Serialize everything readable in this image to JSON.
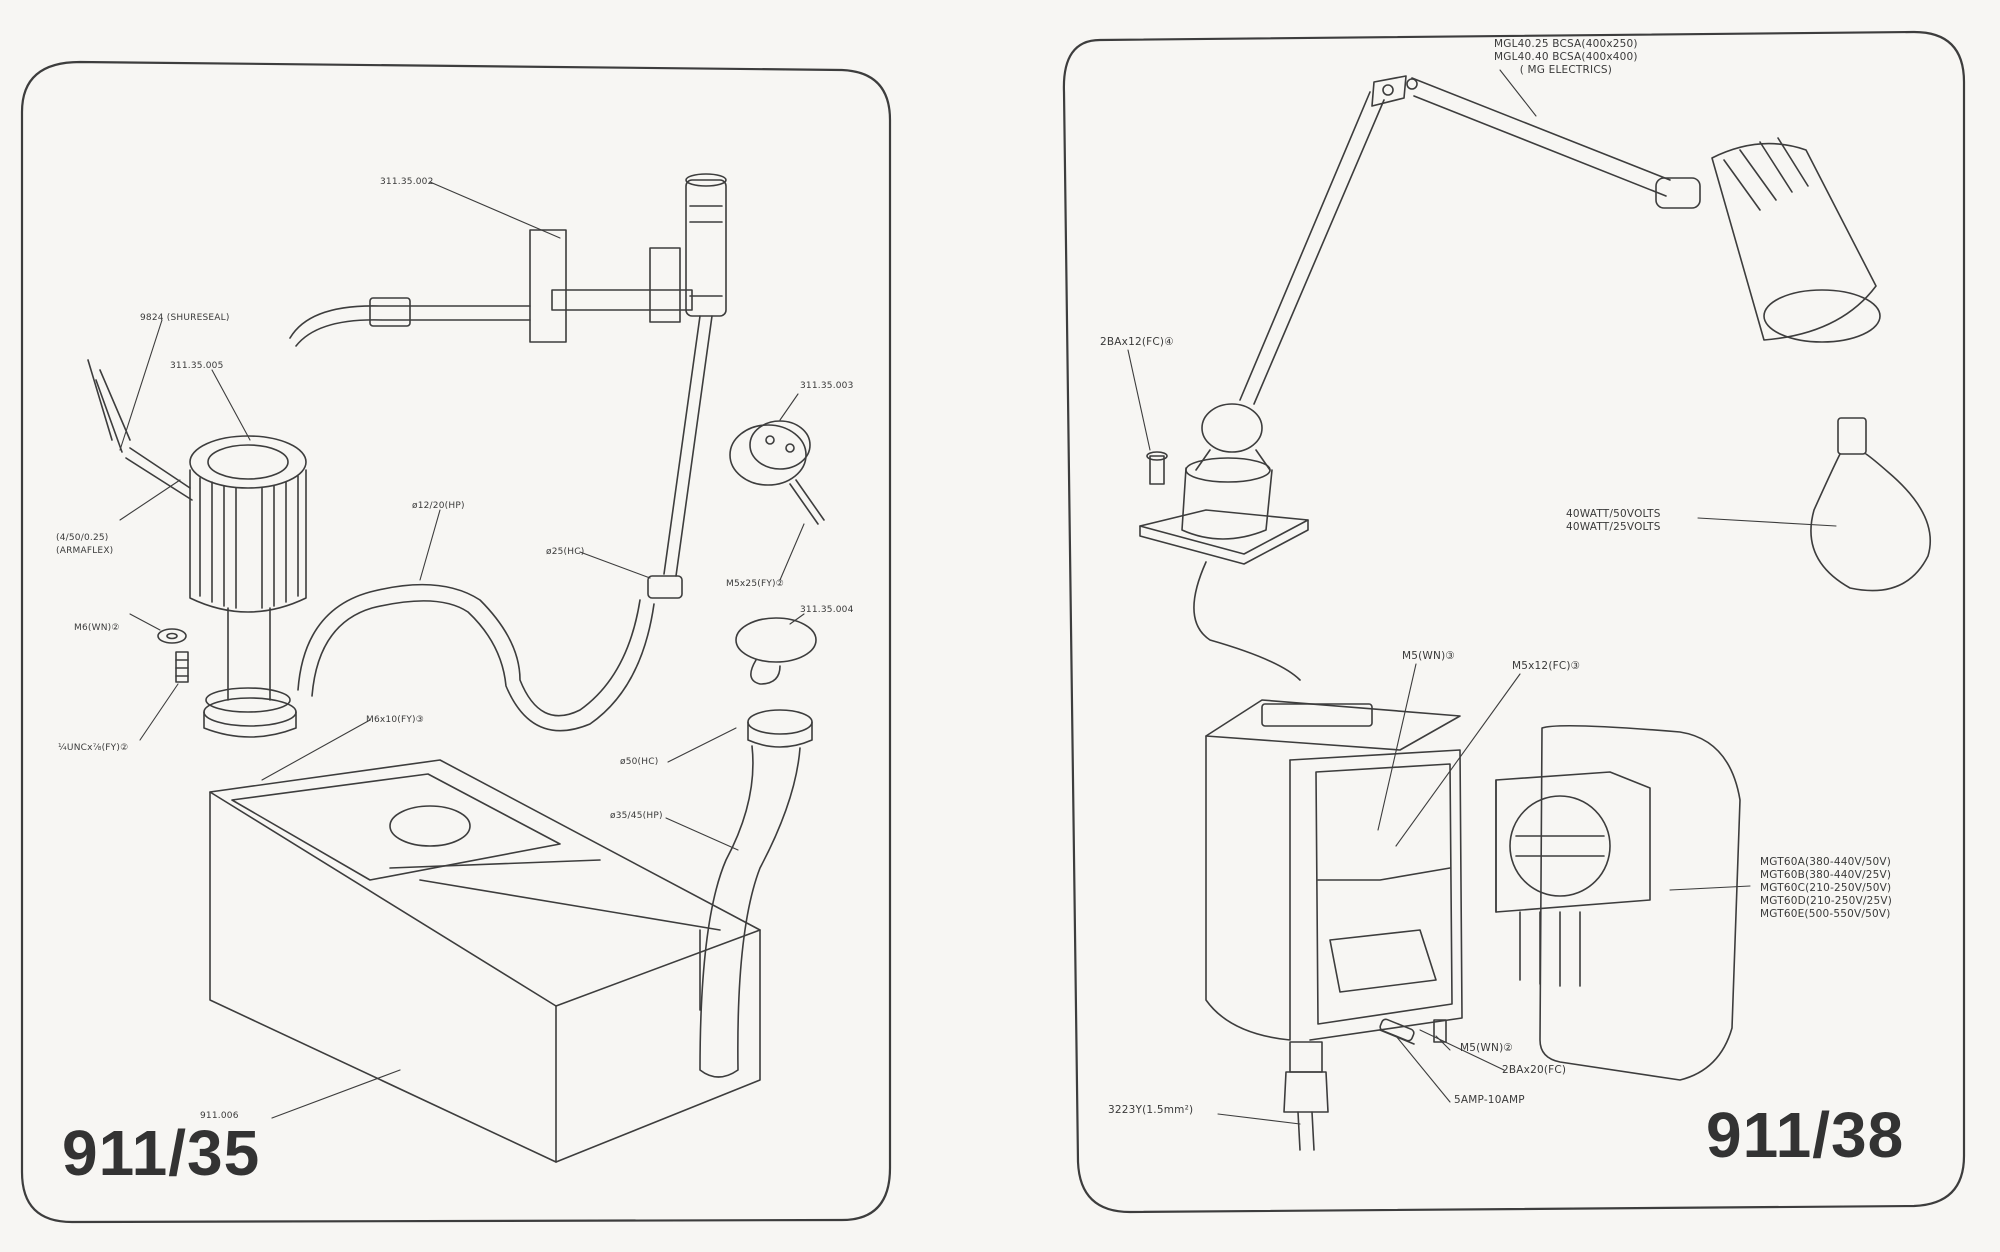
{
  "left_panel": {
    "number": "911/35",
    "labels": {
      "p311_35_002": "311.35.002",
      "p9824": "9824 (SHURESEAL)",
      "p311_35_005": "311.35.005",
      "p14_50": "(4/50/0.25)\n(ARMAFLEX)",
      "m6wn": "M6(WN)②",
      "unc": "¼UNCx⅞(FY)②",
      "d12_20": "ø12/20(HP)",
      "d25": "ø25(HC)",
      "p311_35_003": "311.35.003",
      "m5x25": "M5x25(FY)②",
      "p311_35_004": "311.35.004",
      "m6x10": "M6x10(FY)③",
      "d50": "ø50(HC)",
      "d35_45": "ø35/45(HP)",
      "p911006": "911.006"
    }
  },
  "right_panel": {
    "number": "911/38",
    "labels": {
      "mgl": "MGL40.25 BCSA(400x250)\nMGL40.40 BCSA(400x400)\n( MG ELECTRICS)",
      "ba2": "2BAx12(FC)④",
      "watt": "40WATT/50VOLTS\n40WATT/25VOLTS",
      "m5wn3": "M5(WN)③",
      "m5x12": "M5x12(FC)③",
      "mgt": "MGT60A(380-440V/50V)\nMGT60B(380-440V/25V)\nMGT60C(210-250V/50V)\nMGT60D(210-250V/25V)\nMGT60E(500-550V/50V)",
      "m5wn2": "M5(WN)②",
      "ba20": "2BAx20(FC)",
      "amp": "5AMP-10AMP",
      "cable": "3223Y(1.5mm²)"
    }
  }
}
